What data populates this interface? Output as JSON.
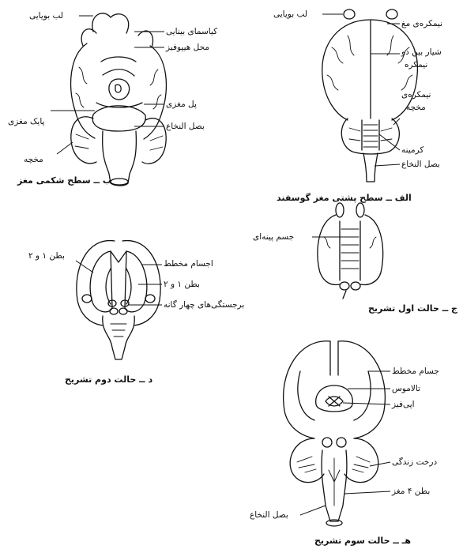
{
  "fig_b": {
    "caption": "ب ــ سطح شکمی مغز",
    "labels": {
      "olfactory_lobe": "لب بویایی",
      "optic_chiasm": "کیاسمای بینایی",
      "hypophysis_site": "محل هیپوفیز",
      "pons": "پل مغزی",
      "cerebral_peduncle": "پایک مغزی",
      "medulla": "بصل النخاع",
      "cerebellum": "مخچه"
    }
  },
  "fig_a": {
    "caption": "الف ــ سطح پشتی مغز گوسفند",
    "labels": {
      "olfactory_lobe": "لب بویایی",
      "hemisphere": "نیمکره‌ی مغ",
      "fissure_line1": "شیار بین دو",
      "fissure_line2": "نیمکره",
      "cerebellar_hemi_line1": "نیمکره‌ی",
      "cerebellar_hemi_line2": "مخچه",
      "vermis": "کرمینه",
      "medulla": "بصل النخاع"
    }
  },
  "fig_c": {
    "caption": "ج ــ حالت اول تشریح",
    "labels": {
      "pineal": "جسم پینه‌ای"
    }
  },
  "fig_d": {
    "caption": "د ــ حالت دوم تشریح",
    "labels": {
      "ventricle_left": "بطن ۱ و ۲",
      "striate": "اجسام مخطط",
      "ventricle_right": "بطن ۱ و ۲",
      "quadrigemina": "برجستگی‌های چهار گانه"
    }
  },
  "fig_e": {
    "caption": "هـ ــ حالت سوم تشریح",
    "labels": {
      "striate": "جسام مخطط",
      "thalamus": "تالاموس",
      "epiphysis": "اپی‌فیز",
      "arbor_vitae": "درخت زندگی",
      "ventricle4": "بطن ۴ مغز",
      "medulla": "بصل النخاع"
    }
  }
}
